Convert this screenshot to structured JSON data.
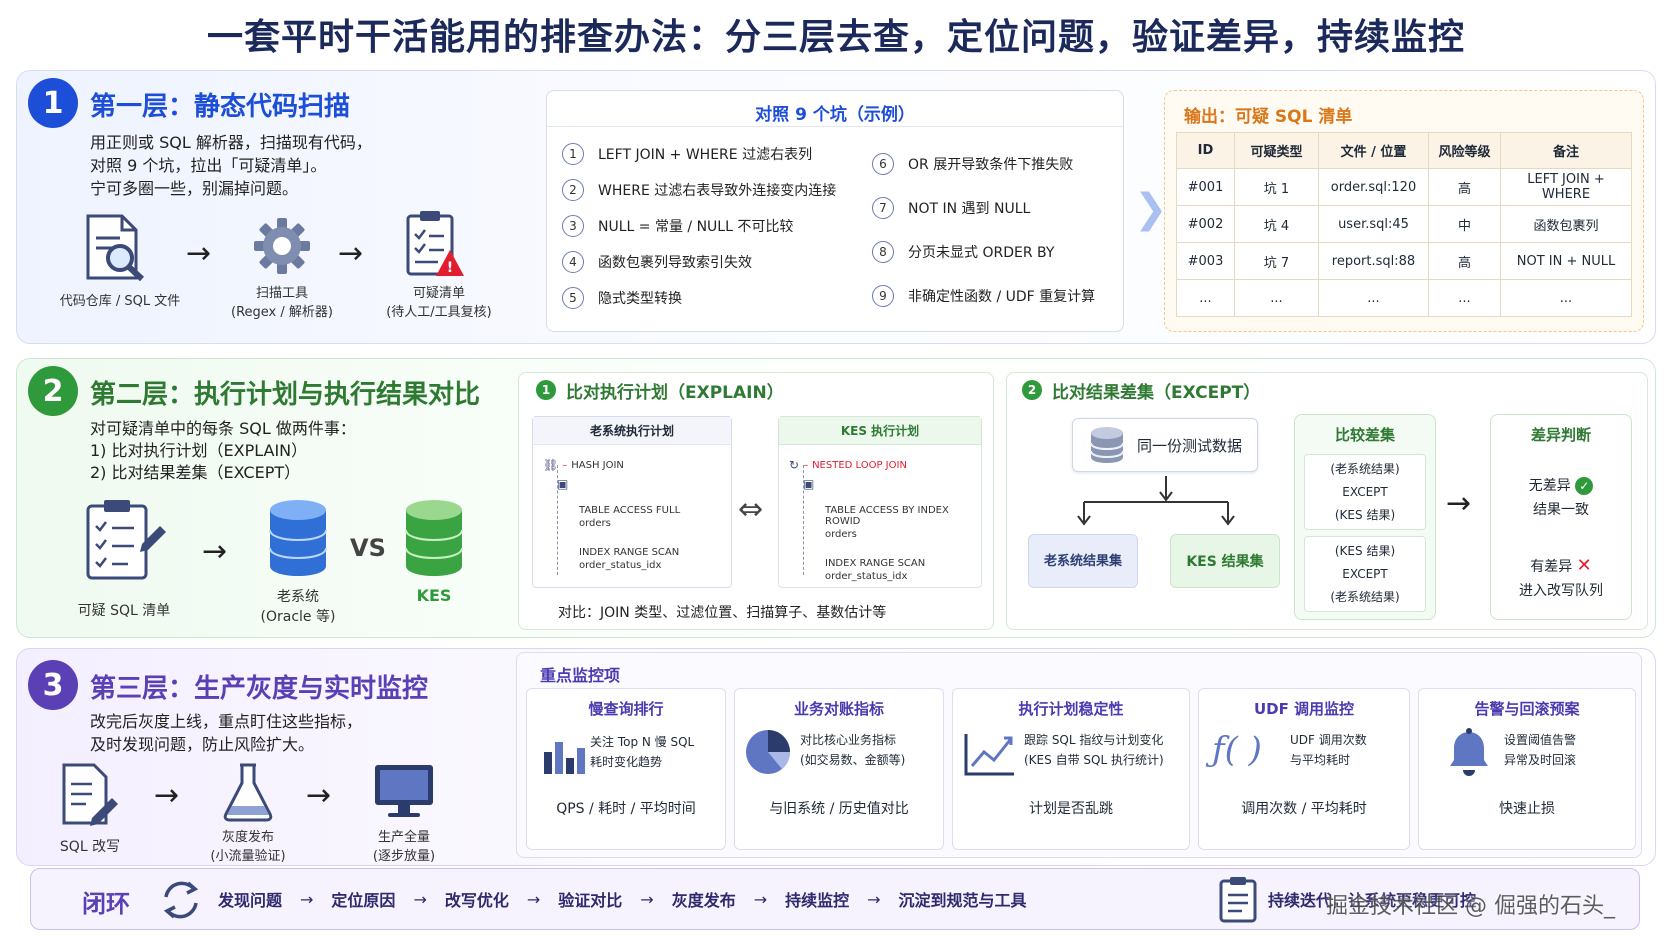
{
  "title": "一套平时干活能用的排查办法：分三层去查，定位问题，验证差异，持续监控",
  "layer1": {
    "num": "1",
    "heading": "第一层：静态代码扫描",
    "desc": [
      "用正则或 SQL 解析器，扫描现有代码，",
      "对照 9 个坑，拉出「可疑清单」。",
      "宁可多圈一些，别漏掉问题。"
    ],
    "flow": [
      {
        "icon": "code-repo-icon",
        "label1": "代码仓库 / SQL 文件",
        "label2": ""
      },
      {
        "icon": "gear-icon",
        "label1": "扫描工具",
        "label2": "(Regex / 解析器)"
      },
      {
        "icon": "checklist-warning-icon",
        "label1": "可疑清单",
        "label2": "(待人工/工具复核)"
      }
    ],
    "pits_title": "对照 9 个坑（示例）",
    "pits": [
      {
        "n": "1",
        "text": "LEFT JOIN + WHERE 过滤右表列"
      },
      {
        "n": "2",
        "text": "WHERE 过滤右表导致外连接变内连接"
      },
      {
        "n": "3",
        "text": "NULL = 常量 / NULL 不可比较"
      },
      {
        "n": "4",
        "text": "函数包裹列导致索引失效"
      },
      {
        "n": "5",
        "text": "隐式类型转换"
      },
      {
        "n": "6",
        "text": "OR 展开导致条件下推失败"
      },
      {
        "n": "7",
        "text": "NOT IN 遇到 NULL"
      },
      {
        "n": "8",
        "text": "分页未显式 ORDER BY"
      },
      {
        "n": "9",
        "text": "非确定性函数 / UDF 重复计算"
      }
    ],
    "output_title": "输出：可疑 SQL 清单",
    "table_headers": [
      "ID",
      "可疑类型",
      "文件 / 位置",
      "风险等级",
      "备注"
    ],
    "table_rows": [
      [
        "#001",
        "坑 1",
        "order.sql:120",
        "高",
        "LEFT JOIN + WHERE"
      ],
      [
        "#002",
        "坑 4",
        "user.sql:45",
        "中",
        "函数包裹列"
      ],
      [
        "#003",
        "坑 7",
        "report.sql:88",
        "高",
        "NOT IN + NULL"
      ],
      [
        "...",
        "...",
        "...",
        "...",
        "..."
      ]
    ]
  },
  "layer2": {
    "num": "2",
    "heading": "第二层：执行计划与执行结果对比",
    "desc": [
      "对可疑清单中的每条 SQL 做两件事：",
      "1) 比对执行计划（EXPLAIN）",
      "2) 比对结果差集（EXCEPT）"
    ],
    "flow": {
      "list_label": "可疑 SQL 清单",
      "old_label1": "老系统",
      "old_label2": "(Oracle 等)",
      "vs": "VS",
      "kes_label": "KES"
    },
    "plan": {
      "num": "1",
      "title": "比对执行计划（EXPLAIN）",
      "old_title": "老系统执行计划",
      "old_nodes": [
        "HASH JOIN",
        "TABLE ACCESS FULL",
        "orders",
        "INDEX RANGE SCAN",
        "order_status_idx"
      ],
      "kes_title": "KES 执行计划",
      "kes_nodes": [
        "NESTED LOOP JOIN",
        "TABLE ACCESS BY INDEX ROWID",
        "orders",
        "INDEX RANGE SCAN",
        "order_status_idx"
      ],
      "compare": "对比：JOIN 类型、过滤位置、扫描算子、基数估计等"
    },
    "result": {
      "num": "2",
      "title": "比对结果差集（EXCEPT）",
      "same_data": "同一份测试数据",
      "old_set": "老系统结果集",
      "kes_set": "KES 结果集",
      "diff_title": "比较差集",
      "diff1": [
        "(老系统结果)",
        "EXCEPT",
        "(KES 结果)"
      ],
      "diff2": [
        "(KES 结果)",
        "EXCEPT",
        "(老系统结果)"
      ],
      "judge_title": "差异判断",
      "no_diff": [
        "无差异",
        "结果一致"
      ],
      "has_diff": [
        "有差异",
        "进入改写队列"
      ]
    }
  },
  "layer3": {
    "num": "3",
    "heading": "第三层：生产灰度与实时监控",
    "desc": [
      "改完后灰度上线，重点盯住这些指标，",
      "及时发现问题，防止风险扩大。"
    ],
    "flow": [
      {
        "label1": "SQL 改写",
        "label2": ""
      },
      {
        "label1": "灰度发布",
        "label2": "(小流量验证)"
      },
      {
        "label1": "生产全量",
        "label2": "(逐步放量)"
      }
    ],
    "monitor_title": "重点监控项",
    "monitors": [
      {
        "title": "慢查询排行",
        "icon": "bar-chart-icon",
        "desc1": "关注 Top N 慢 SQL",
        "desc2": "耗时变化趋势",
        "foot": "QPS / 耗时 / 平均时间"
      },
      {
        "title": "业务对账指标",
        "icon": "pie-chart-icon",
        "desc1": "对比核心业务指标",
        "desc2": "(如交易数、金额等)",
        "foot": "与旧系统 / 历史值对比"
      },
      {
        "title": "执行计划稳定性",
        "icon": "trend-chart-icon",
        "desc1": "跟踪 SQL 指纹与计划变化",
        "desc2": "(KES 自带 SQL 执行统计)",
        "foot": "计划是否乱跳"
      },
      {
        "title": "UDF 调用监控",
        "icon": "function-icon",
        "desc1": "UDF 调用次数",
        "desc2": "与平均耗时",
        "foot": "调用次数 / 平均耗时"
      },
      {
        "title": "告警与回滚预案",
        "icon": "bell-icon",
        "desc1": "设置阈值告警",
        "desc2": "异常及时回滚",
        "foot": "快速止损"
      }
    ]
  },
  "loop": {
    "label": "闭环",
    "steps": [
      "发现问题",
      "定位原因",
      "改写优化",
      "验证对比",
      "灰度发布",
      "持续监控",
      "沉淀到规范与工具"
    ],
    "tail": "持续迭代，让系统更稳更可控",
    "watermark": "掘金技术社区 @ 倔强的石头_"
  },
  "colors": {
    "blue": "#1d4ed8",
    "green": "#2f9a3b",
    "purple": "#5b3fb5",
    "orange": "#e08a1e",
    "red": "#e11d2e"
  }
}
